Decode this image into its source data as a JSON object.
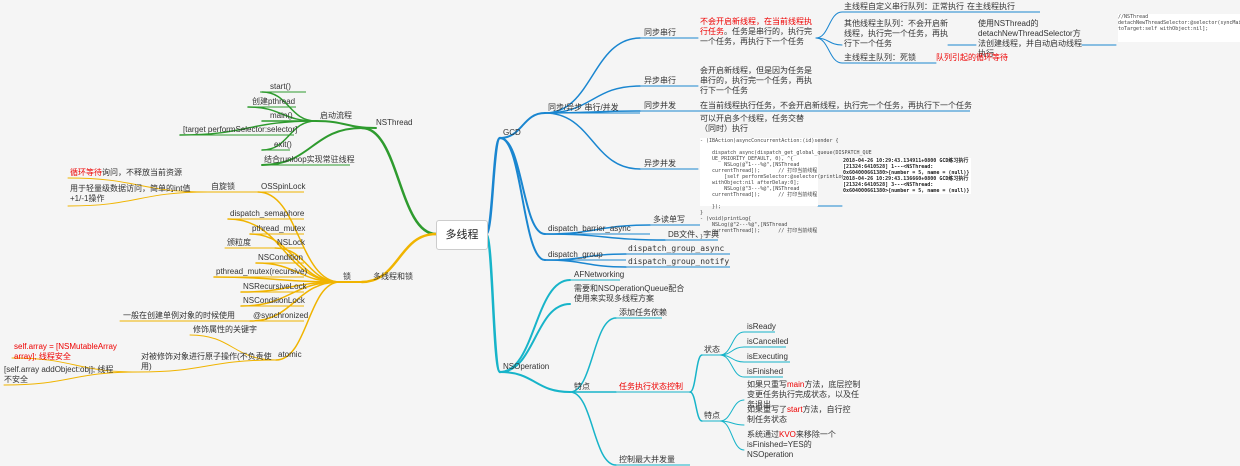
{
  "root": "多线程",
  "colors": {
    "gcd": "#1a86d0",
    "nsthread": "#2e9b2e",
    "lock": "#f0b400",
    "nsop": "#17b4c9",
    "red": "#e00000"
  },
  "nsthread": {
    "label": "NSThread",
    "start_flow": "启动流程",
    "items": [
      "start()",
      "创建pthread",
      "main()",
      "[target performSelector:selector]",
      "exit()"
    ],
    "runloop": "结合runloop实现常驻线程"
  },
  "locks": {
    "label": "多线程和锁",
    "lock": "锁",
    "spin": "OSSpinLock",
    "spin_note": "自旋锁",
    "spin_desc_red": "循环等待",
    "spin_desc_rest": "询问，不释放当前资源",
    "spin_use": "用于轻量级数据访问，简单的int值+1/-1操作",
    "items": [
      "dispatch_semaphore",
      "pthread_mutex",
      "NSLock",
      "NSCondition",
      "pthread_mutex(recursive)",
      "NSRecursiveLock",
      "NSConditionLock",
      "@synchronized"
    ],
    "nslock_note": "颁粒度",
    "sync_note": "一般在创建单例对象的时候使用",
    "atomic": "atomic",
    "atomic_note1": "修饰属性的关键字",
    "atomic_note2": "对被修饰对象进行原子操作(不负责使用)",
    "atomic_ex1": "self.array = [NSMutableArray array]; 线程安全",
    "atomic_ex2": "[self.array addObject:obj]; 线程不安全"
  },
  "gcd": {
    "label": "GCD",
    "sync_async": "同步/异步 串行/并发",
    "sync_serial": "同步串行",
    "sync_serial_red": "不会开启新线程，在当前线程执行任务",
    "sync_serial_rest": "。任务是串行的，执行完一个任务，再执行下一个任务",
    "main_custom": "主线程自定义串行队列：正常执行",
    "main_custom_exec": "在主线程执行",
    "other_main": "其他线程主队列：不会开启新线程，执行完一个任务，再执行下一个任务",
    "use_nsthread": "使用NSThread的detachNewThreadSelector方法创建线程，并自动启动线程执行",
    "code1": "//NSThread\ndetachNewThreadSelector:@selector(syncMain)\ntoTarget:self withObject:nil];",
    "main_queue": "主线程主队列：死锁",
    "queue_wait": "队列引起的循环等待",
    "async_serial": "异步串行",
    "async_serial_text": "会开启新线程，但是因为任务是串行的，执行完一个任务，再执行下一个任务",
    "sync_concurrent": "同步并发",
    "sync_concurrent_text": "在当前线程执行任务，不会开启新线程，执行完一个任务，再执行下一个任务",
    "async_concurrent": "异步并发",
    "async_concurrent_text": "可以开启多个线程，任务交替（同时）执行",
    "code2": "- (IBAction)asyncConcurrentAction:(id)sender {\n\n    dispatch_async(dispatch_get_global_queue(DISPATCH_QUE\n    UE_PRIORITY_DEFAULT, 0), ^{\n        NSLog(@\"1---%@\",[NSThread\n    currentThread]);      // 打印当前线程\n        [self performSelector:@selector(printLog)\n    withObject:nil afterDelay:0];\n        NSLog(@\"3---%@\",[NSThread\n    currentThread]);      // 打印当前线程\n\n    });\n}\n- (void)printLog{\n    NSLog(@\"2---%@\",[NSThread\n    currentThread]);      // 打印当前线程\n}",
    "log": "2018-04-26 10:29:43.134911+0800 GCD练习执行\n[21324:6410528] 1---<NSThread:\n0x604000661380>{number = 5, name = (null)}\n2018-04-26 10:29:43.136660+0800 GCD练习执行\n[21324:6410528] 3---<NSThread:\n0x604000661380>{number = 5, name = (null)}",
    "barrier": "dispatch_barrier_async",
    "barrier_1": "多读单写",
    "barrier_2": "DB文件、字典",
    "group": "dispatch_group",
    "group_async": "dispatch_group_async",
    "group_notify": "dispatch_group_notify"
  },
  "nsop": {
    "label": "NSOperation",
    "afn": "AFNetworking",
    "desc": "需要和NSOperationQueue配合使用来实现多线程方案",
    "features": "特点",
    "add_dep": "添加任务依赖",
    "state_control": "任务执行状态控制",
    "state": "状态",
    "states": [
      "isReady",
      "isCancelled",
      "isExecuting",
      "isFinished"
    ],
    "feature": "特点",
    "f1_a": "如果只重写",
    "f1_red": "main",
    "f1_b": "方法，底层控制变更任务执行完成状态，以及任务退出",
    "f2_a": "如果重写了",
    "f2_red": "start",
    "f2_b": "方法，自行控制任务状态",
    "f3_a": "系统通过",
    "f3_red": "KVO",
    "f3_b": "来移除一个isFinished=YES的NSOperation",
    "max_concurrent": "控制最大并发量"
  }
}
